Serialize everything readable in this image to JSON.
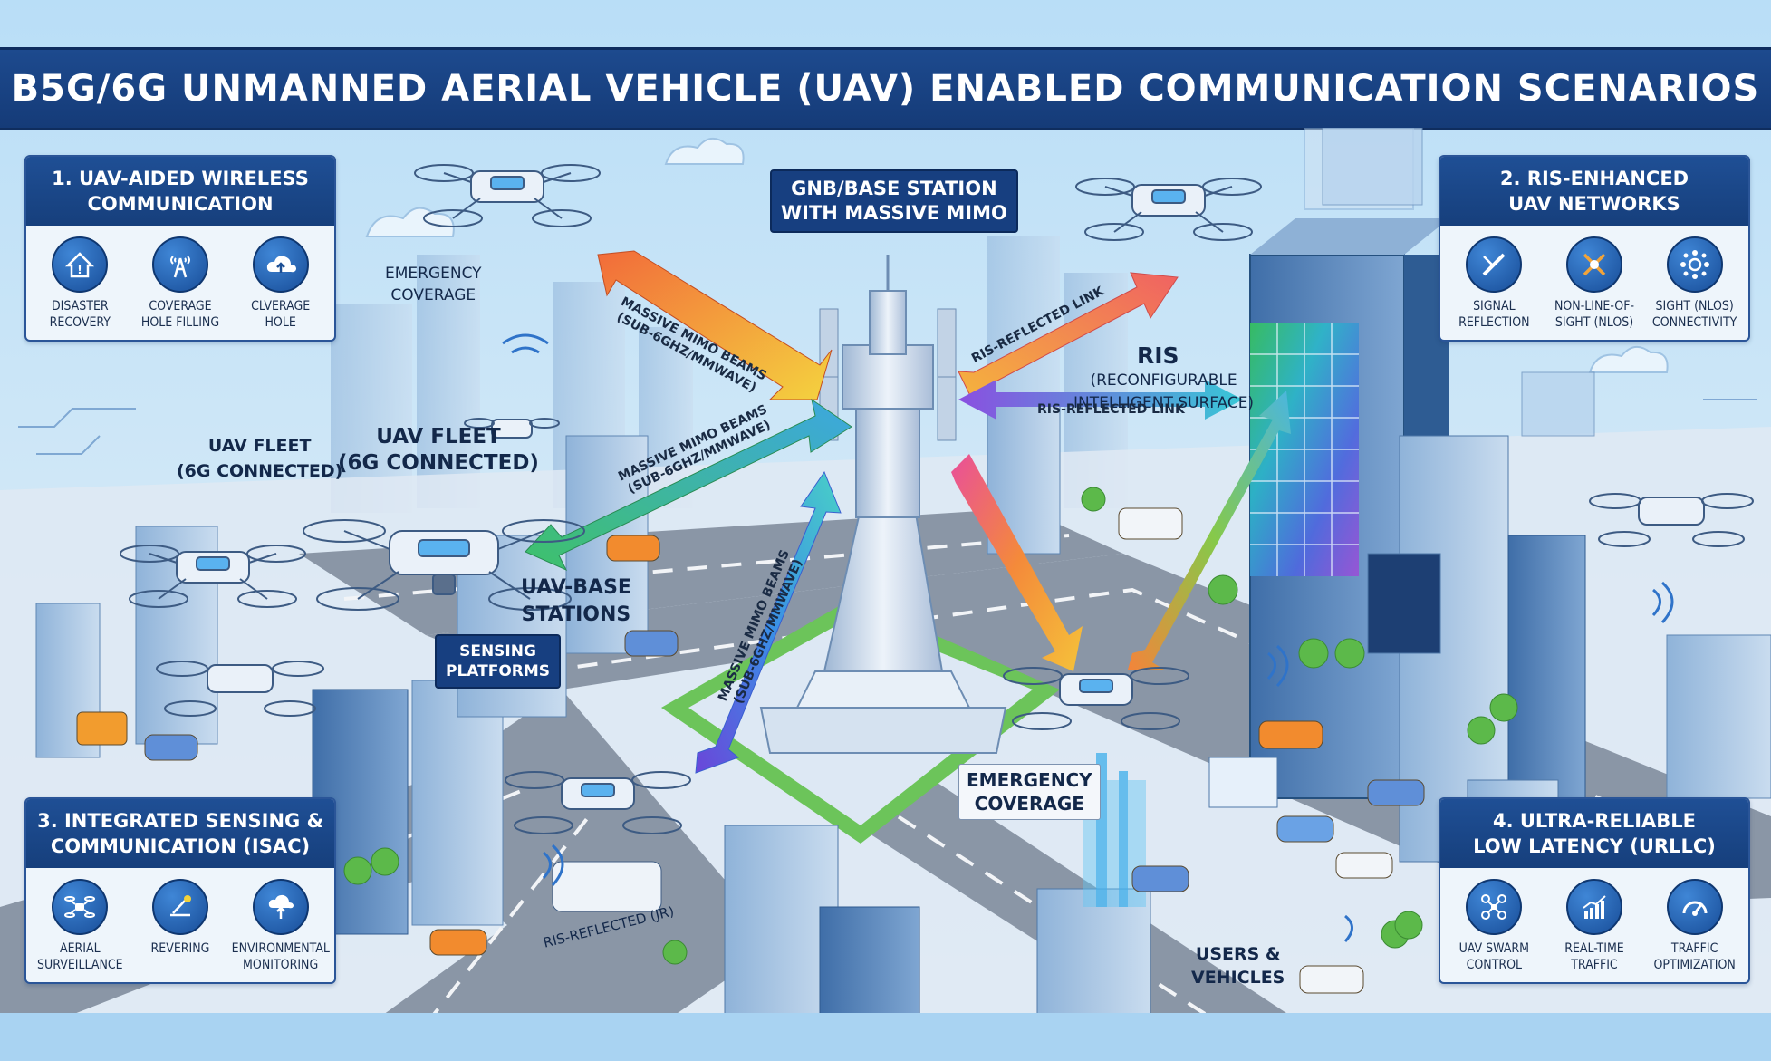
{
  "title": "B5G/6G UNMANNED AERIAL VEHICLE (UAV) ENABLED COMMUNICATION SCENARIOS",
  "panels": {
    "p1": {
      "heading": "1. UAV-AIDED WIRELESS\nCOMMUNICATION",
      "items": [
        {
          "label": "DISASTER\nRECOVERY",
          "icon": "house-hazard-icon"
        },
        {
          "label": "COVERAGE\nHOLE FILLING",
          "icon": "antenna-tower-icon"
        },
        {
          "label": "CLVERAGE\nHOLE",
          "icon": "cloud-upload-icon"
        }
      ]
    },
    "p2": {
      "heading": "2. RIS-ENHANCED\nUAV NETWORKS",
      "items": [
        {
          "label": "SIGNAL\nREFLECTION",
          "icon": "reflection-icon"
        },
        {
          "label": "NON-LINE-OF-\nSIGHT (NLOS)",
          "icon": "blocked-path-icon"
        },
        {
          "label": "SIGHT (NLOS)\nCONNECTIVITY",
          "icon": "network-hub-icon"
        }
      ]
    },
    "p3": {
      "heading": "3. INTEGRATED SENSING &\nCOMMUNICATION (ISAC)",
      "items": [
        {
          "label": "AERIAL\nSURVEILLANCE",
          "icon": "drone-icon"
        },
        {
          "label": "REVERING",
          "icon": "radar-sweep-icon"
        },
        {
          "label": "ENVIRONMENTAL\nMONITORING",
          "icon": "tree-cloud-icon"
        }
      ]
    },
    "p4": {
      "heading": "4. ULTRA-RELIABLE\nLOW LATENCY (URLLC)",
      "items": [
        {
          "label": "UAV SWARM\nCONTROL",
          "icon": "swarm-icon"
        },
        {
          "label": "REAL-TIME\nTRAFFIC",
          "icon": "rising-chart-icon"
        },
        {
          "label": "TRAFFIC\nOPTIMIZATION",
          "icon": "speedometer-icon"
        }
      ]
    }
  },
  "labels": {
    "gnb": "GNB/BASE STATION\nWITH MASSIVE MIMO",
    "emergency_top": "EMERGENCY\nCOVERAGE",
    "uav_fleet_small": "UAV FLEET\n(6G CONNECTED)",
    "uav_fleet_large": "UAV FLEET\n(6G CONNECTED)",
    "uav_base_stations": "UAV-BASE\nSTATIONS",
    "sensing_platforms": "SENSING\nPLATFORMS",
    "ris": "RIS",
    "ris_full": "(RECONFIGURABLE\nINTELLIGENT SURFACE)",
    "emergency_bottom": "EMERGENCY\nCOVERAGE",
    "users_vehicles": "USERS &\nVEHICLES",
    "ris_road": "RIS-REFLECTED (JR)"
  },
  "arrows": {
    "a1": "MASSIVE MIMO BEAMS\n(SUB-6GHZ/MMWAVE)",
    "a2": "MASSIVE MIMO BEAMS\n(SUB-6GHZ/MMWAVE)",
    "a3": "MASSIVE MIMO BEAMS\n(SUB-6GHZ/MMWAVE)",
    "a4": "RIS-REFLECTED LINK",
    "a5": "RIS-REFLECTED LINK"
  },
  "colors": {
    "title_bg": "#1d4a8e",
    "panel_head": "#1f4f95",
    "sky": "#b9def7",
    "road": "#8a96a6"
  }
}
